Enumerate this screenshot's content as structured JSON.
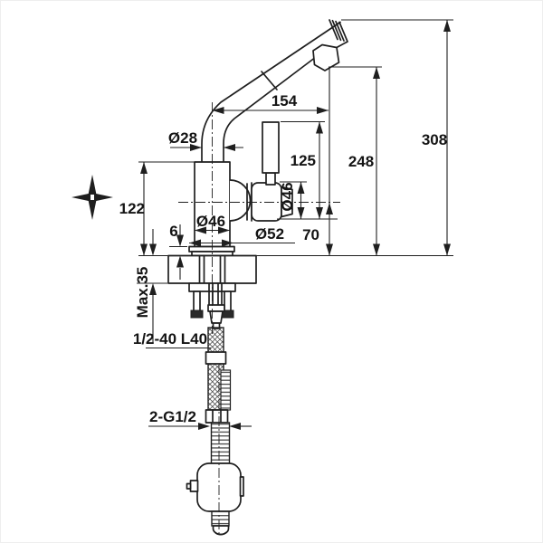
{
  "page": {
    "background": "#ffffff",
    "line_color": "#1f1f1f",
    "type": "technical-dimension-drawing",
    "subject": "pull-out kitchen faucet, side view with installation hose and counterweight"
  },
  "drawing": {
    "dimensions": {
      "spout_reach": "154",
      "overall_height": "308",
      "spout_tip_height": "248",
      "handle_top_height": "125",
      "spout_tube_diameter": "Ø28",
      "valve_diameter": "Ø46",
      "body_top_height": "122",
      "base_ring_height": "6",
      "body_diameter": "Ø46",
      "base_diameter": "Ø52",
      "valve_center_height": "70",
      "max_deck_thickness": "Max.35",
      "hose_fitting": "1/2-40 L40",
      "supply_connections": "2-G1/2"
    }
  }
}
